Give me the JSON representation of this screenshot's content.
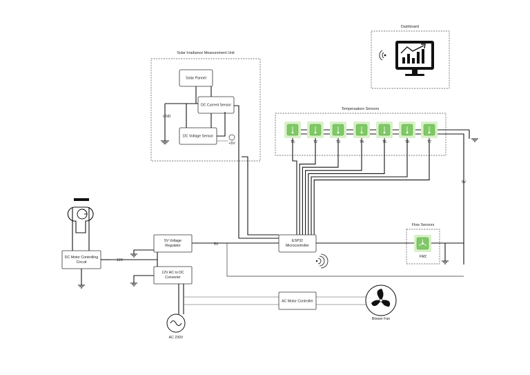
{
  "groups": {
    "solar_unit": "Solar Irradiance Measurement Unit",
    "temperature_sensors": "Temperaature Sensors",
    "flow_sensors": "Flow Sensors",
    "dashboard": "Dashboard"
  },
  "blocks": {
    "solar_panel": "Solar Pannel",
    "dc_current_sensor": "DC Current Sensor",
    "dc_voltage_sensor": "DC Voltage Sensor",
    "esp32_line1": "ESP32",
    "esp32_line2": "Microcontroller",
    "voltage_reg_line1": "5V Voltage",
    "voltage_reg_line2": "Regulator",
    "ac_dc_line1": "12V AC to DC",
    "ac_dc_line2": "Converter",
    "dc_motor_line1": "DC Motor Controlling",
    "dc_motor_line2": "Circuit",
    "ac_motor_controller": "AC Motor Controller",
    "blower_fan": "Blower Fan",
    "ac_source": "AC 230V",
    "flow_meter": "FM2"
  },
  "labels": {
    "gnd": "GND",
    "plus5v_solar": "+5V",
    "v12": "12V",
    "v5_reg": "5V",
    "v5_right": "5V"
  },
  "temperature_sensor_ids": [
    "T5",
    "T2",
    "T3",
    "T4",
    "T6",
    "T8",
    "T7"
  ],
  "icons": {
    "dashboard": "monitor-chart-icon",
    "wireless": "wireless-signal-icon",
    "blower": "blower-fan-icon",
    "ac_source": "ac-source-icon",
    "ground": "ground-icon",
    "temperature": "thermometer-icon",
    "flow": "flow-meter-icon"
  }
}
